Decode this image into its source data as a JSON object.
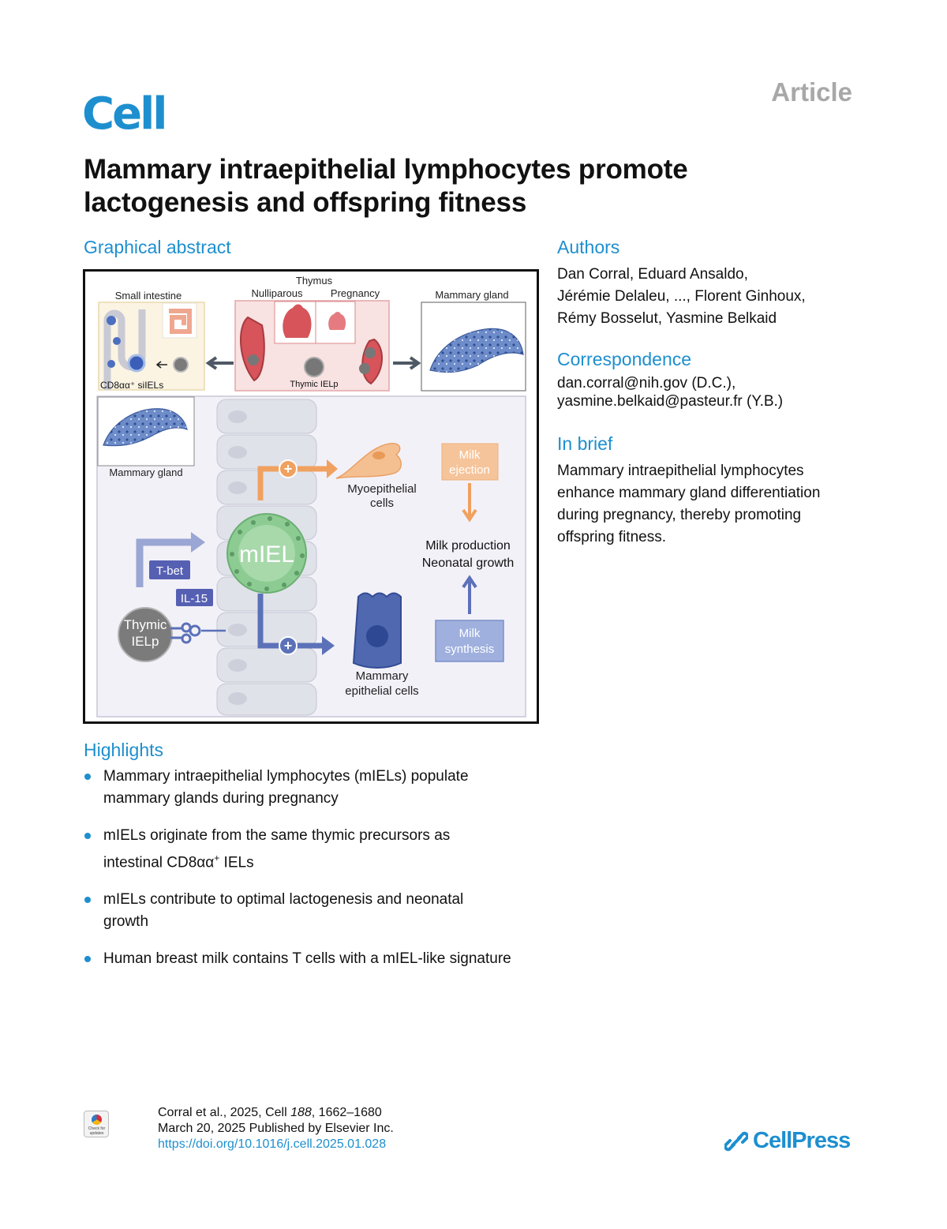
{
  "header": {
    "journal": "Cell",
    "article_type": "Article",
    "title_line1": "Mammary intraepithelial lymphocytes promote",
    "title_line2": "lactogenesis and offspring fitness"
  },
  "graphical_abstract": {
    "heading": "Graphical abstract",
    "labels": {
      "small_intestine": "Small intestine",
      "thymus": "Thymus",
      "nulliparous": "Nulliparous",
      "pregnancy": "Pregnancy",
      "mammary_gland_top": "Mammary gland",
      "cd8_sielbs": "CD8αα⁺ siIELs",
      "thymic_ielp_top": "Thymic IELp",
      "mammary_gland_inset": "Mammary gland",
      "myoepithelial_1": "Myoepithelial",
      "myoepithelial_2": "cells",
      "milk_ejection_1": "Milk",
      "milk_ejection_2": "ejection",
      "milk_production": "Milk production",
      "neonatal_growth": "Neonatal growth",
      "miel": "mIEL",
      "tbet": "T-bet",
      "il15": "IL-15",
      "thymic_1": "Thymic",
      "thymic_2": "IELp",
      "milk_synthesis_1": "Milk",
      "milk_synthesis_2": "synthesis",
      "mammary_epi_1": "Mammary",
      "mammary_epi_2": "epithelial cells",
      "plus": "+"
    }
  },
  "authors": {
    "heading": "Authors",
    "line1": "Dan Corral, Eduard Ansaldo,",
    "line2": "Jérémie Delaleu, ..., Florent Ginhoux,",
    "line3": "Rémy Bosselut, Yasmine Belkaid"
  },
  "correspondence": {
    "heading": "Correspondence",
    "line1": "dan.corral@nih.gov (D.C.),",
    "line2": "yasmine.belkaid@pasteur.fr (Y.B.)"
  },
  "in_brief": {
    "heading": "In brief",
    "line1": "Mammary intraepithelial lymphocytes",
    "line2": "enhance mammary gland differentiation",
    "line3": "during pregnancy, thereby promoting",
    "line4": "offspring fitness."
  },
  "highlights": {
    "heading": "Highlights",
    "h1_l1": "Mammary intraepithelial lymphocytes (mIELs) populate",
    "h1_l2": "mammary glands during pregnancy",
    "h2_l1": "mIELs originate from the same thymic precursors as",
    "h2_l2_pre": "intestinal CD8αα",
    "h2_l2_sup": "+",
    "h2_l2_post": " IELs",
    "h3_l1": "mIELs contribute to optimal lactogenesis and neonatal",
    "h3_l2": "growth",
    "h4_l1": "Human breast milk contains T cells with a mIEL-like signature"
  },
  "footer": {
    "check_badge": "Check for updates",
    "citation_pre": "Corral et al., 2025, Cell ",
    "citation_vol": "188",
    "citation_post": ", 1662–1680",
    "published": "March 20, 2025 Published by Elsevier Inc.",
    "doi": "https://doi.org/10.1016/j.cell.2025.01.028",
    "publisher": "CellPress"
  },
  "colors": {
    "accent": "#1d8fcf",
    "orange": "#f0a160",
    "blue": "#4e64b0",
    "mammary_fill": "#6d8cc9",
    "thymus_red": "#d6545a",
    "miel_green": "#8ccb92"
  }
}
